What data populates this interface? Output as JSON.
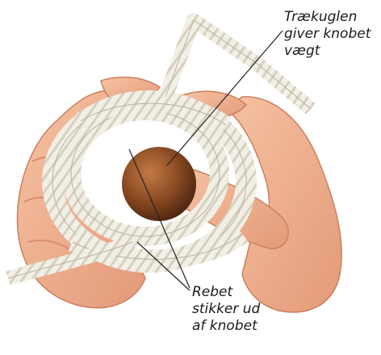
{
  "annotations": {
    "top": {
      "lines": [
        "Trækuglen",
        "giver knobet",
        "vægt"
      ]
    },
    "bottom": {
      "lines": [
        "Rebet",
        "stikker ud",
        "af knobet"
      ]
    }
  },
  "colors": {
    "rope": "#f2efe6",
    "rope_shadow": "#cfc9b8",
    "skin": "#f0b08f",
    "skin_shadow": "#d98e6e",
    "ball": "#8a4a22",
    "leader_line": "#222222",
    "background": "#ffffff"
  }
}
